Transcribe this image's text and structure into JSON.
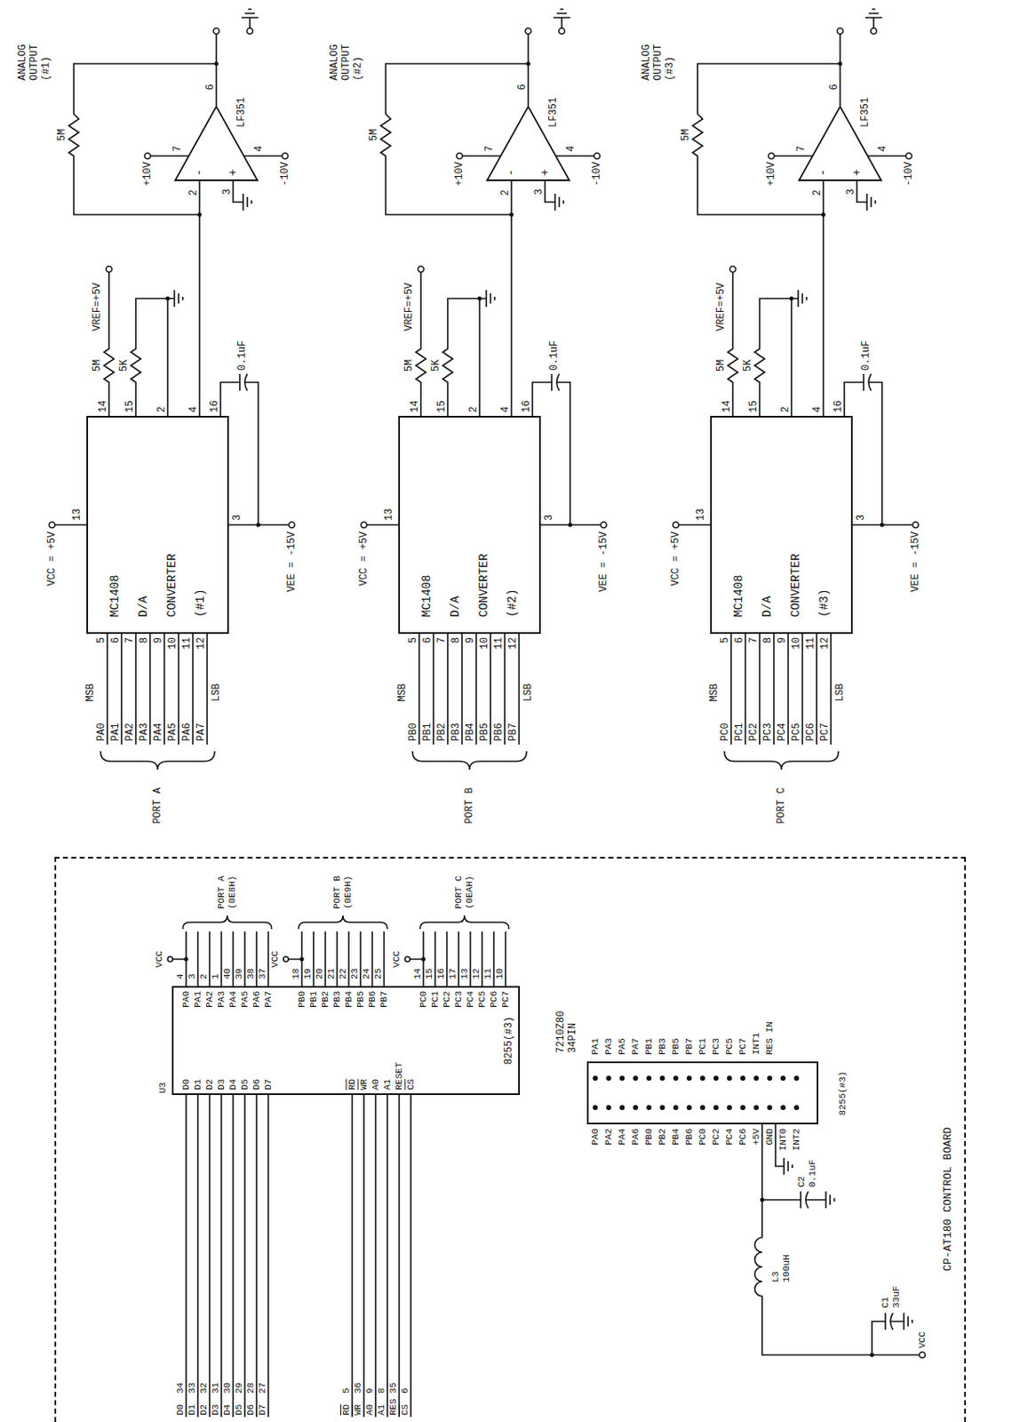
{
  "diagram": {
    "nodes": [
      {
        "text": [
          "CP-AT180 CONTROL BOARD"
        ]
      },
      {
        "text": [
          "8255(#3)"
        ],
        "in": 0
      },
      {
        "text": [
          "7210Z80 34PIN"
        ],
        "in": 0
      },
      {
        "text": [
          "MC1408 D/A CONVERTER (#1)"
        ]
      },
      {
        "text": [
          "-",
          "+",
          "LF351"
        ]
      },
      {
        "text": [
          "MC1408 D/A CONVERTER (#2)"
        ]
      },
      {
        "text": [
          "-",
          "+",
          "LF351"
        ]
      },
      {
        "text": [
          "MC1408 D/A CONVERTER (#3)"
        ]
      },
      {
        "text": [
          "-",
          "+",
          "LF351"
        ]
      }
    ],
    "edges": [
      {
        "from": 3,
        "to": 4,
        "arrow": "none"
      },
      {
        "from": 5,
        "to": 6,
        "arrow": "none"
      },
      {
        "from": 7,
        "to": 8,
        "arrow": "none"
      }
    ],
    "labels": [
      "U3",
      "D0",
      "D1",
      "D2",
      "D3",
      "D4",
      "D5",
      "D6",
      "D7",
      "RD",
      "WR",
      "A0",
      "A1",
      "RESET",
      "CS",
      "PA0",
      "PA1",
      "PA2",
      "PA3",
      "PA4",
      "PA5",
      "PA6",
      "PA7",
      "PB0",
      "PB1",
      "PB2",
      "PB3",
      "PB4",
      "PB5",
      "PB6",
      "PB7",
      "PC0",
      "PC1",
      "PC2",
      "PC3",
      "PC4",
      "PC5",
      "PC6",
      "PC7",
      "4",
      "3",
      "2",
      "1",
      "40",
      "39",
      "38",
      "37",
      "18",
      "19",
      "20",
      "21",
      "22",
      "23",
      "24",
      "25",
      "14",
      "15",
      "16",
      "17",
      "13",
      "12",
      "11",
      "10",
      "D0",
      "34",
      "D1",
      "33",
      "D2",
      "32",
      "D3",
      "31",
      "D4",
      "30",
      "D5",
      "29",
      "D6",
      "28",
      "D7",
      "27",
      "RD",
      "5",
      "WR",
      "36",
      "A0",
      "9",
      "A1",
      "8",
      "RES",
      "35",
      "CS",
      "6",
      "VCC",
      "PORT A (0E8H)",
      "VCC",
      "PORT B (0E9H)",
      "VCC",
      "PORT C (0EAH)",
      "PA0",
      "PA2",
      "PA4",
      "PA6",
      "PB0",
      "PB2",
      "PB4",
      "PB6",
      "PC0",
      "PC2",
      "PC4",
      "PC6",
      "+5V",
      "GND",
      "INT0",
      "INT2",
      "PA1",
      "PA3",
      "PA5",
      "PA7",
      "PB1",
      "PB3",
      "PB5",
      "PB7",
      "PC1",
      "PC3",
      "PC5",
      "PC7",
      "INT1",
      "RES IN",
      "8255(#3)",
      "C2 0.1uF",
      "L3 100uH",
      "C1 33uF",
      "VCC",
      "PORT A",
      "PA0",
      "PA1",
      "PA2",
      "PA3",
      "PA4",
      "PA5",
      "PA6",
      "PA7",
      "MSB",
      "LSB",
      "5",
      "6",
      "7",
      "8",
      "9",
      "10",
      "11",
      "12",
      "13",
      "3",
      "VCC = +5V",
      "VEE = -15V",
      "14",
      "15",
      "2",
      "4",
      "16",
      "5M",
      "5K",
      "VREF=+5V",
      "0.1uF",
      "5M",
      "+10V",
      "-10V",
      "2",
      "3",
      "6",
      "7",
      "4",
      "ANALOG OUTPUT (#1)",
      "PORT B",
      "PB0",
      "PB1",
      "PB2",
      "PB3",
      "PB4",
      "PB5",
      "PB6",
      "PB7",
      "MSB",
      "LSB",
      "5",
      "6",
      "7",
      "8",
      "9",
      "10",
      "11",
      "12",
      "13",
      "3",
      "VCC = +5V",
      "VEE = -15V",
      "14",
      "15",
      "2",
      "4",
      "16",
      "5M",
      "5K",
      "VREF=+5V",
      "0.1uF",
      "5M",
      "+10V",
      "-10V",
      "2",
      "3",
      "6",
      "7",
      "4",
      "ANALOG OUTPUT (#2)",
      "PORT C",
      "PC0",
      "PC1",
      "PC2",
      "PC3",
      "PC4",
      "PC5",
      "PC6",
      "PC7",
      "MSB",
      "LSB",
      "5",
      "6",
      "7",
      "8",
      "9",
      "10",
      "11",
      "12",
      "13",
      "3",
      "VCC = +5V",
      "VEE = -15V",
      "14",
      "15",
      "2",
      "4",
      "16",
      "5M",
      "5K",
      "VREF=+5V",
      "0.1uF",
      "5M",
      "+10V",
      "-10V",
      "2",
      "3",
      "6",
      "7",
      "4",
      "ANALOG OUTPUT (#3)"
    ]
  }
}
